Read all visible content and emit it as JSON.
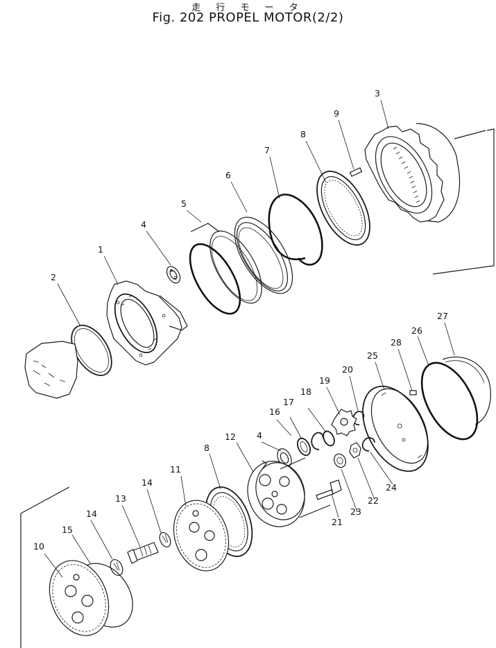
{
  "header": {
    "title_jp": "走 行 モ ー タ",
    "title_en": "Fig. 202 PROPEL MOTOR(2/2)"
  },
  "callouts": [
    {
      "id": "c1",
      "label": "1"
    },
    {
      "id": "c2",
      "label": "2"
    },
    {
      "id": "c3",
      "label": "3"
    },
    {
      "id": "c4a",
      "label": "4"
    },
    {
      "id": "c4b",
      "label": "4"
    },
    {
      "id": "c5",
      "label": "5"
    },
    {
      "id": "c6",
      "label": "6"
    },
    {
      "id": "c7",
      "label": "7"
    },
    {
      "id": "c8a",
      "label": "8"
    },
    {
      "id": "c8b",
      "label": "8"
    },
    {
      "id": "c9",
      "label": "9"
    },
    {
      "id": "c10",
      "label": "10"
    },
    {
      "id": "c11",
      "label": "11"
    },
    {
      "id": "c12",
      "label": "12"
    },
    {
      "id": "c13",
      "label": "13"
    },
    {
      "id": "c14a",
      "label": "14"
    },
    {
      "id": "c14b",
      "label": "14"
    },
    {
      "id": "c15",
      "label": "15"
    },
    {
      "id": "c16",
      "label": "16"
    },
    {
      "id": "c17",
      "label": "17"
    },
    {
      "id": "c18",
      "label": "18"
    },
    {
      "id": "c19",
      "label": "19"
    },
    {
      "id": "c20",
      "label": "20"
    },
    {
      "id": "c21",
      "label": "21"
    },
    {
      "id": "c22",
      "label": "22"
    },
    {
      "id": "c23",
      "label": "23"
    },
    {
      "id": "c24",
      "label": "24"
    },
    {
      "id": "c25",
      "label": "25"
    },
    {
      "id": "c26",
      "label": "26"
    },
    {
      "id": "c27",
      "label": "27"
    },
    {
      "id": "c28",
      "label": "28"
    }
  ]
}
